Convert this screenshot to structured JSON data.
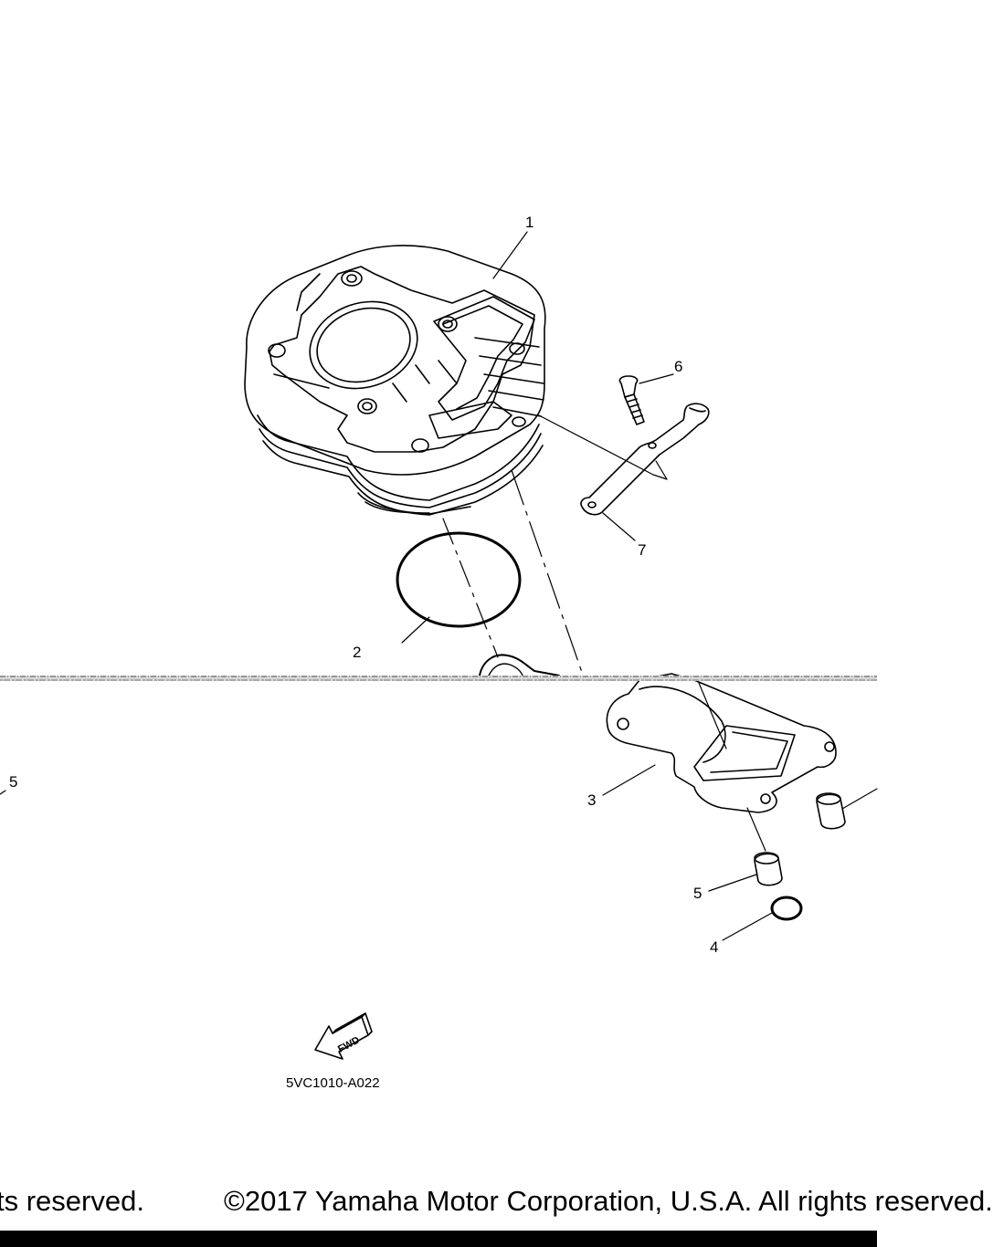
{
  "callouts": {
    "c1": "1",
    "c2": "2",
    "c3": "3",
    "c4": "4",
    "c5a": "5",
    "c5b": "5",
    "c6": "6",
    "c7": "7"
  },
  "fwd_label": "FWD",
  "diagram_code": "5VC1010-A022",
  "footer": {
    "left": "ts reserved.",
    "right": "©2017 Yamaha Motor Corporation, U.S.A. All rights reserved."
  }
}
